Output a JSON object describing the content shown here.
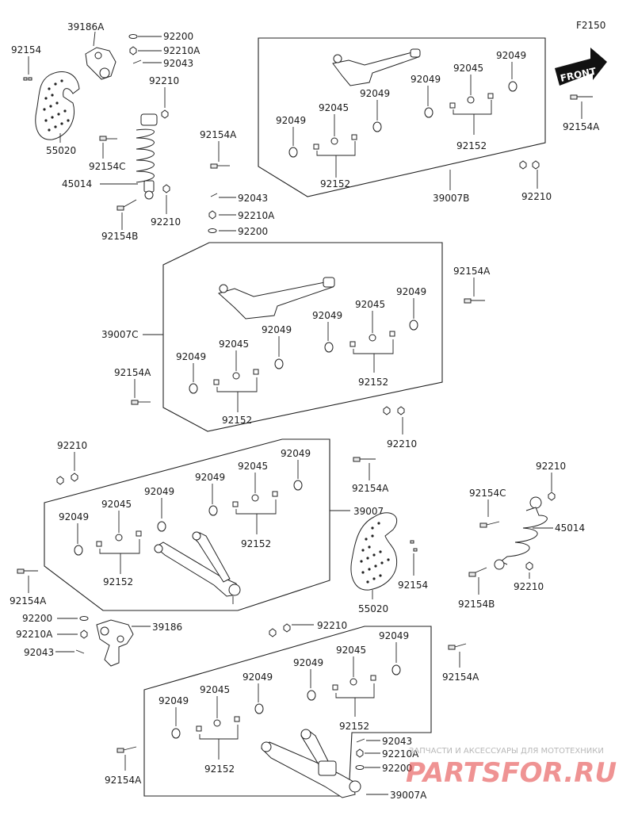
{
  "diagram_code": "F2150",
  "front_label": "FRONT",
  "labels": {
    "l39186A": "39186A",
    "l92200_a": "92200",
    "l92210A_a": "92210A",
    "l92043_a": "92043",
    "l92154_a": "92154",
    "l92210_a": "92210",
    "l55020_a": "55020",
    "l92154C_a": "92154C",
    "l45014_a": "45014",
    "l92154B_a": "92154B",
    "l92210_b": "92210",
    "l92154A_a": "92154A",
    "l92043_b": "92043",
    "l92210A_b": "92210A",
    "l92200_b": "92200",
    "b1_92049_a": "92049",
    "b1_92045_a": "92045",
    "b1_92049_b": "92049",
    "b1_92049_c": "92049",
    "b1_92045_b": "92045",
    "b1_92049_d": "92049",
    "b1_92152_a": "92152",
    "b1_92152_b": "92152",
    "b1_39007B": "39007B",
    "l92154A_b": "92154A",
    "l92210_c": "92210",
    "l92154A_c": "92154A",
    "b2_39007C": "39007C",
    "b2_92049_a": "92049",
    "b2_92045_a": "92045",
    "b2_92049_b": "92049",
    "b2_92049_c": "92049",
    "b2_92045_b": "92045",
    "b2_92049_d": "92049",
    "b2_92152_a": "92152",
    "b2_92152_b": "92152",
    "l92154A_d": "92154A",
    "l92210_d": "92210",
    "l92210_e": "92210",
    "b3_92049_a": "92049",
    "b3_92045_a": "92045",
    "b3_92049_b": "92049",
    "b3_92049_c": "92049",
    "b3_92045_b": "92045",
    "b3_92049_d": "92049",
    "b3_92152_a": "92152",
    "b3_92152_b": "92152",
    "b3_39007": "39007",
    "l92154A_e": "92154A",
    "l92154A_f": "92154A",
    "l92210_f": "92210",
    "l92154C_b": "92154C",
    "l45014_b": "45014",
    "l92154_b": "92154",
    "l55020_b": "55020",
    "l92154B_b": "92154B",
    "l92210_g": "92210",
    "l92200_c": "92200",
    "l92210A_c": "92210A",
    "l92043_c": "92043",
    "l39186": "39186",
    "l92210_h": "92210",
    "b4_92049_a": "92049",
    "b4_92045_a": "92045",
    "b4_92049_b": "92049",
    "b4_92049_c": "92049",
    "b4_92045_b": "92045",
    "b4_92049_d": "92049",
    "b4_92152_a": "92152",
    "b4_92152_b": "92152",
    "l92154A_g": "92154A",
    "l92154A_h": "92154A",
    "l92043_d": "92043",
    "l92210A_d": "92210A",
    "l92200_d": "92200",
    "b4_39007A": "39007A"
  },
  "watermark": {
    "tagline": "ЗАПЧАСТИ И АКСЕССУАРЫ ДЛЯ МОТОТЕХНИКИ",
    "logo": "PARTSFOR.RU"
  }
}
